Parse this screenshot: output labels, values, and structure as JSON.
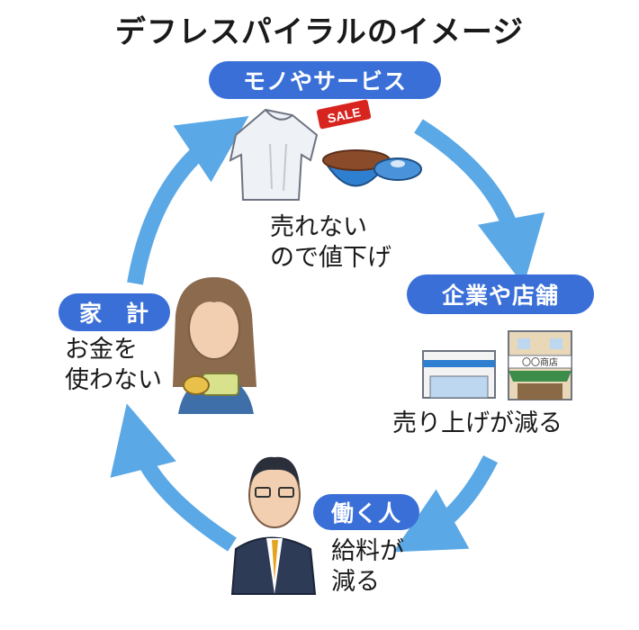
{
  "title": "デフレスパイラルのイメージ",
  "nodes": {
    "goods": {
      "badge": "モノやサービス",
      "caption": [
        "売れない",
        "ので値下げ"
      ],
      "sale_tag": "SALE"
    },
    "company": {
      "badge": "企業や店舗",
      "caption": [
        "売り上げが減る"
      ],
      "shop_sign": "〇〇商店"
    },
    "worker": {
      "badge": "働く人",
      "caption": [
        "給料が",
        "減る"
      ]
    },
    "household": {
      "badge": "家　計",
      "caption": [
        "お金を",
        "使わない"
      ]
    }
  },
  "colors": {
    "arrow": "#5aa8e6",
    "badge": "#3a6fd8",
    "text": "#1a1a1a"
  }
}
